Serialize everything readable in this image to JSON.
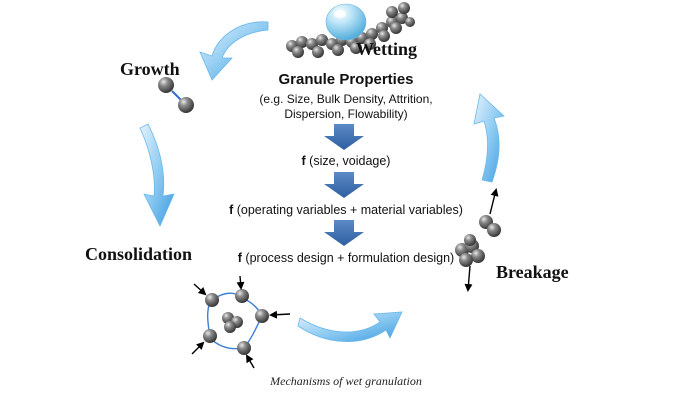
{
  "title": "Granule Properties",
  "subtitle": {
    "line1": "(e.g. Size, Bulk Density, Attrition,",
    "line2": "Dispersion, Flowability)"
  },
  "mechanisms": {
    "wetting": "Wetting",
    "growth": "Growth",
    "consolidation": "Consolidation",
    "breakage": "Breakage"
  },
  "functions": [
    {
      "f": "f",
      "text": " (size, voidage)"
    },
    {
      "f": "f",
      "text": " (operating variables + material variables)"
    },
    {
      "f": "f",
      "text": " (process design + formulation design)"
    }
  ],
  "caption": "Mechanisms of wet granulation",
  "colors": {
    "cycle_arrow": "#4aa7e6",
    "cycle_arrow_light": "#d9eefb",
    "down_arrow": "#3f6fb0",
    "particle": "#5f5f5f",
    "droplet": "#8fd0ef",
    "force_arrow": "#000000",
    "bond": "#2f6fd1"
  }
}
